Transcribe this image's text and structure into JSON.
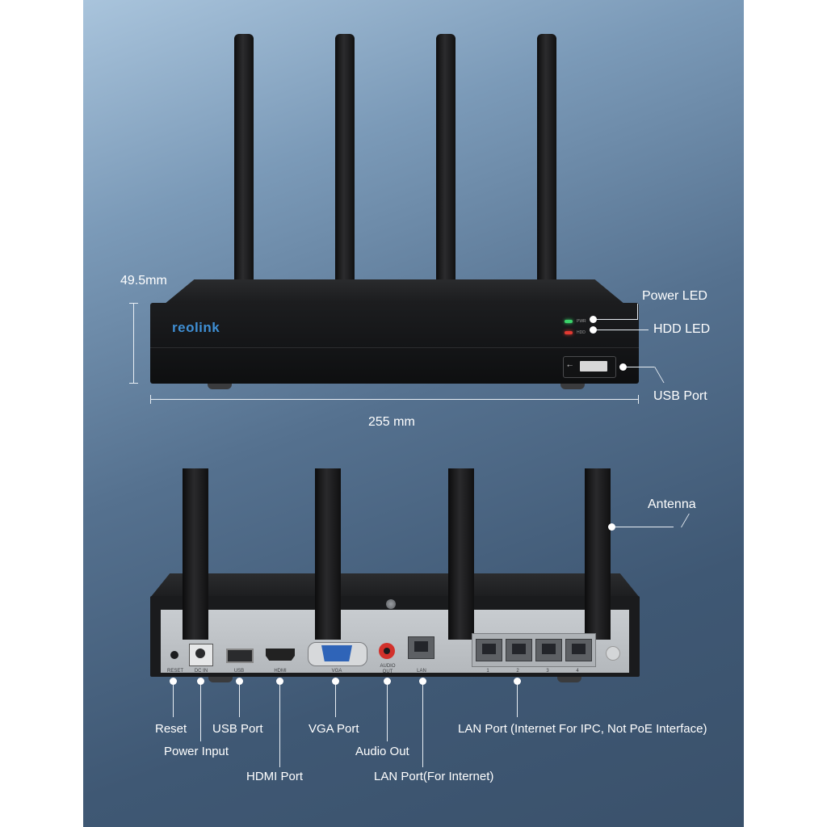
{
  "front": {
    "height_label": "49.5mm",
    "width_label": "255 mm",
    "brand": "reolink",
    "led_pwr": "PWR",
    "led_hdd": "HDD",
    "callouts": {
      "power_led": "Power LED",
      "hdd_led": "HDD LED",
      "usb_port": "USB Port"
    }
  },
  "rear": {
    "port_labels": {
      "reset": "RESET",
      "dc_in": "DC IN",
      "usb": "USB",
      "hdmi": "HDMI",
      "vga": "VGA",
      "audio_out": "AUDIO\nOUT",
      "lan": "LAN",
      "lan1": "1",
      "lan2": "2",
      "lan3": "3",
      "lan4": "4"
    },
    "callouts": {
      "antenna": "Antenna",
      "reset": "Reset",
      "power_input": "Power Input",
      "usb_port": "USB Port",
      "hdmi_port": "HDMI Port",
      "vga_port": "VGA Port",
      "audio_out": "Audio Out",
      "lan_internet": "LAN Port(For Internet)",
      "lan_ipc": "LAN Port (Internet For IPC, Not PoE Interface)"
    }
  },
  "colors": {
    "led_pwr": "#3bd36a",
    "led_hdd": "#e23a32",
    "brand": "#3f8fd4",
    "audio_jack": "#d2312b",
    "vga_port": "#2f64b8"
  }
}
